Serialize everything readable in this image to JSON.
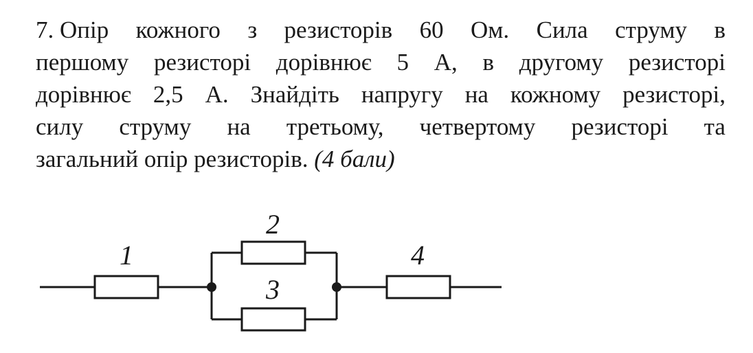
{
  "problem": {
    "lines": [
      [
        "7. Опір",
        "кожного",
        "з",
        "резисторів",
        "60",
        "Ом.",
        "Сила",
        "струму",
        "в"
      ],
      [
        "першому",
        "резисторі",
        "дорівнює",
        "5",
        "А,",
        "в",
        "другому",
        "резисторі"
      ],
      [
        "дорівнює",
        "2,5",
        "А.",
        "Знайдіть",
        "напругу",
        "на",
        "кожному",
        "резисторі,"
      ],
      [
        "силу",
        "струму",
        "на",
        "третьому,",
        "четвертому",
        "резисторі",
        "та"
      ]
    ],
    "last_line": "загальний опір резисторів.",
    "points": "(4 бали)"
  },
  "diagram": {
    "labels": {
      "r1": "1",
      "r2": "2",
      "r3": "3",
      "r4": "4"
    }
  }
}
